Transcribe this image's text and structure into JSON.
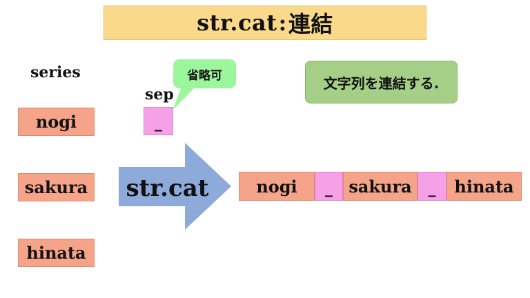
{
  "title": {
    "func": "str.cat",
    "separator": ":",
    "jp": "連結"
  },
  "series": {
    "label": "series",
    "items": [
      "nogi",
      "sakura",
      "hinata"
    ]
  },
  "sep": {
    "label": "sep",
    "value": "_",
    "callout": "省略可"
  },
  "arrow": {
    "label": "str.cat"
  },
  "note": "文字列を連結する.",
  "result": {
    "parts": [
      "nogi",
      "_",
      "sakura",
      "_",
      "hinata"
    ]
  },
  "colors": {
    "title_bg": "#fbd98b",
    "word_bg": "#f5a48a",
    "sep_bg": "#f6a0e8",
    "callout_bg": "#9cf79c",
    "note_bg": "#a5cf87",
    "arrow": "#8eaadb"
  }
}
